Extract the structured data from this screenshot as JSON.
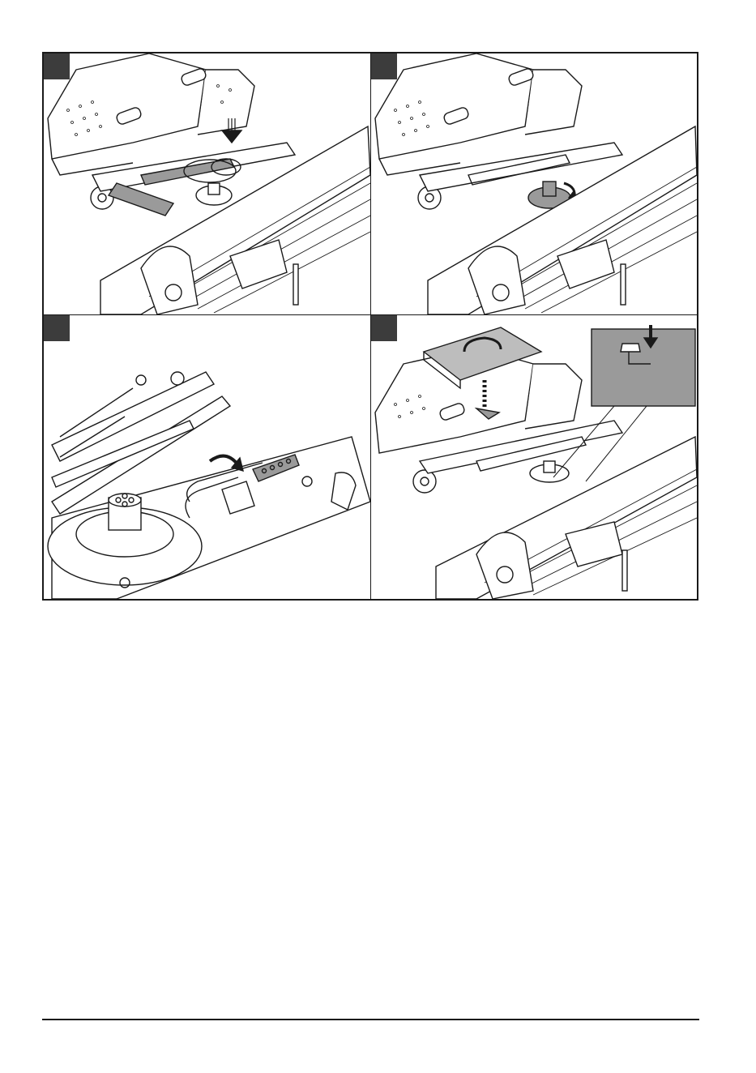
{
  "figure": {
    "panels": [
      {
        "step_tag": "",
        "illustration": "mower-deck-belt-removal"
      },
      {
        "step_tag": "",
        "illustration": "mower-deck-pulley-rotate"
      },
      {
        "step_tag": "",
        "illustration": "mower-deck-tension-tool"
      },
      {
        "step_tag": "",
        "illustration": "mower-deck-cover-install"
      }
    ]
  },
  "footer": {
    "text": ""
  },
  "colors": {
    "line": "#1a1a1a",
    "tag": "#3c3c3c",
    "part_highlight": "#9a9a9a",
    "cover": "#bdbdbd"
  }
}
